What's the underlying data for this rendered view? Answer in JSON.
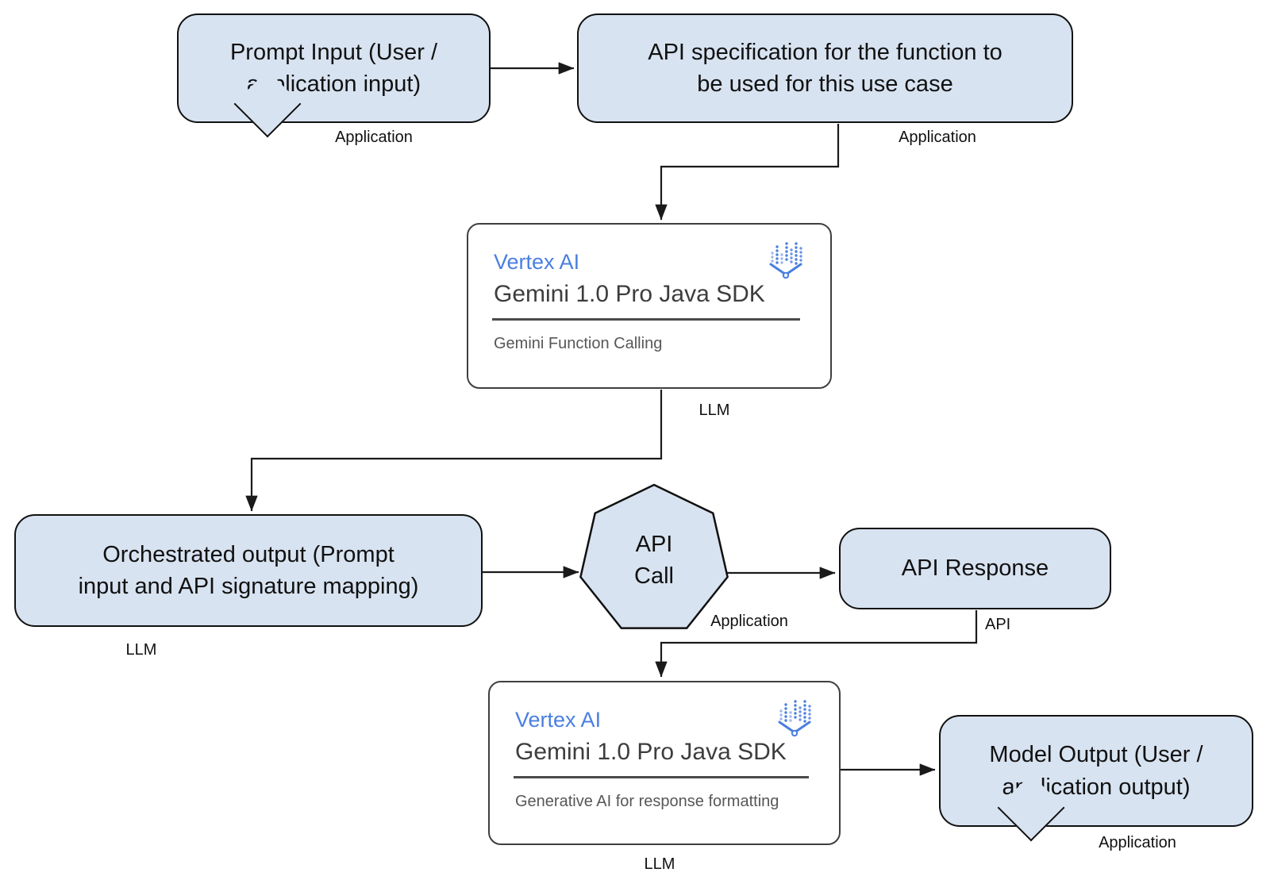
{
  "colors": {
    "node_fill": "#d8e3f1",
    "node_border": "#111111",
    "card_border": "#3f3f3f",
    "accent_blue": "#4a7fe0",
    "muted_text": "#575757",
    "connector": "#1a1a1a"
  },
  "nodes": {
    "prompt_input": {
      "label": "Prompt Input (User /\napplication input)",
      "tag": "Application",
      "shape": "speech-bubble"
    },
    "api_spec": {
      "label": "API specification for the function to\nbe used for this use case",
      "tag": "Application",
      "shape": "rounded-rect"
    },
    "llm_function_calling": {
      "product": "Vertex AI",
      "sdk": "Gemini 1.0 Pro Java SDK",
      "feature": "Gemini Function Calling",
      "tag": "LLM",
      "icon": "vertex-ai-icon",
      "shape": "card"
    },
    "orchestrated_output": {
      "label": "Orchestrated output (Prompt\ninput and API signature mapping)",
      "tag": "LLM",
      "shape": "rounded-rect"
    },
    "api_call": {
      "label": "API\nCall",
      "tag": "Application",
      "shape": "heptagon"
    },
    "api_response": {
      "label": "API Response",
      "tag": "API",
      "shape": "rounded-rect"
    },
    "llm_response_formatting": {
      "product": "Vertex AI",
      "sdk": "Gemini 1.0 Pro Java SDK",
      "feature": "Generative AI for response formatting",
      "tag": "LLM",
      "icon": "vertex-ai-icon",
      "shape": "card"
    },
    "model_output": {
      "label": "Model Output (User /\napplication output)",
      "tag": "Application",
      "shape": "speech-bubble"
    }
  },
  "edges": [
    {
      "from": "prompt_input",
      "to": "api_spec"
    },
    {
      "from": "api_spec",
      "to": "llm_function_calling"
    },
    {
      "from": "llm_function_calling",
      "to": "orchestrated_output"
    },
    {
      "from": "orchestrated_output",
      "to": "api_call"
    },
    {
      "from": "api_call",
      "to": "api_response"
    },
    {
      "from": "api_response",
      "to": "llm_response_formatting"
    },
    {
      "from": "llm_response_formatting",
      "to": "model_output"
    }
  ]
}
